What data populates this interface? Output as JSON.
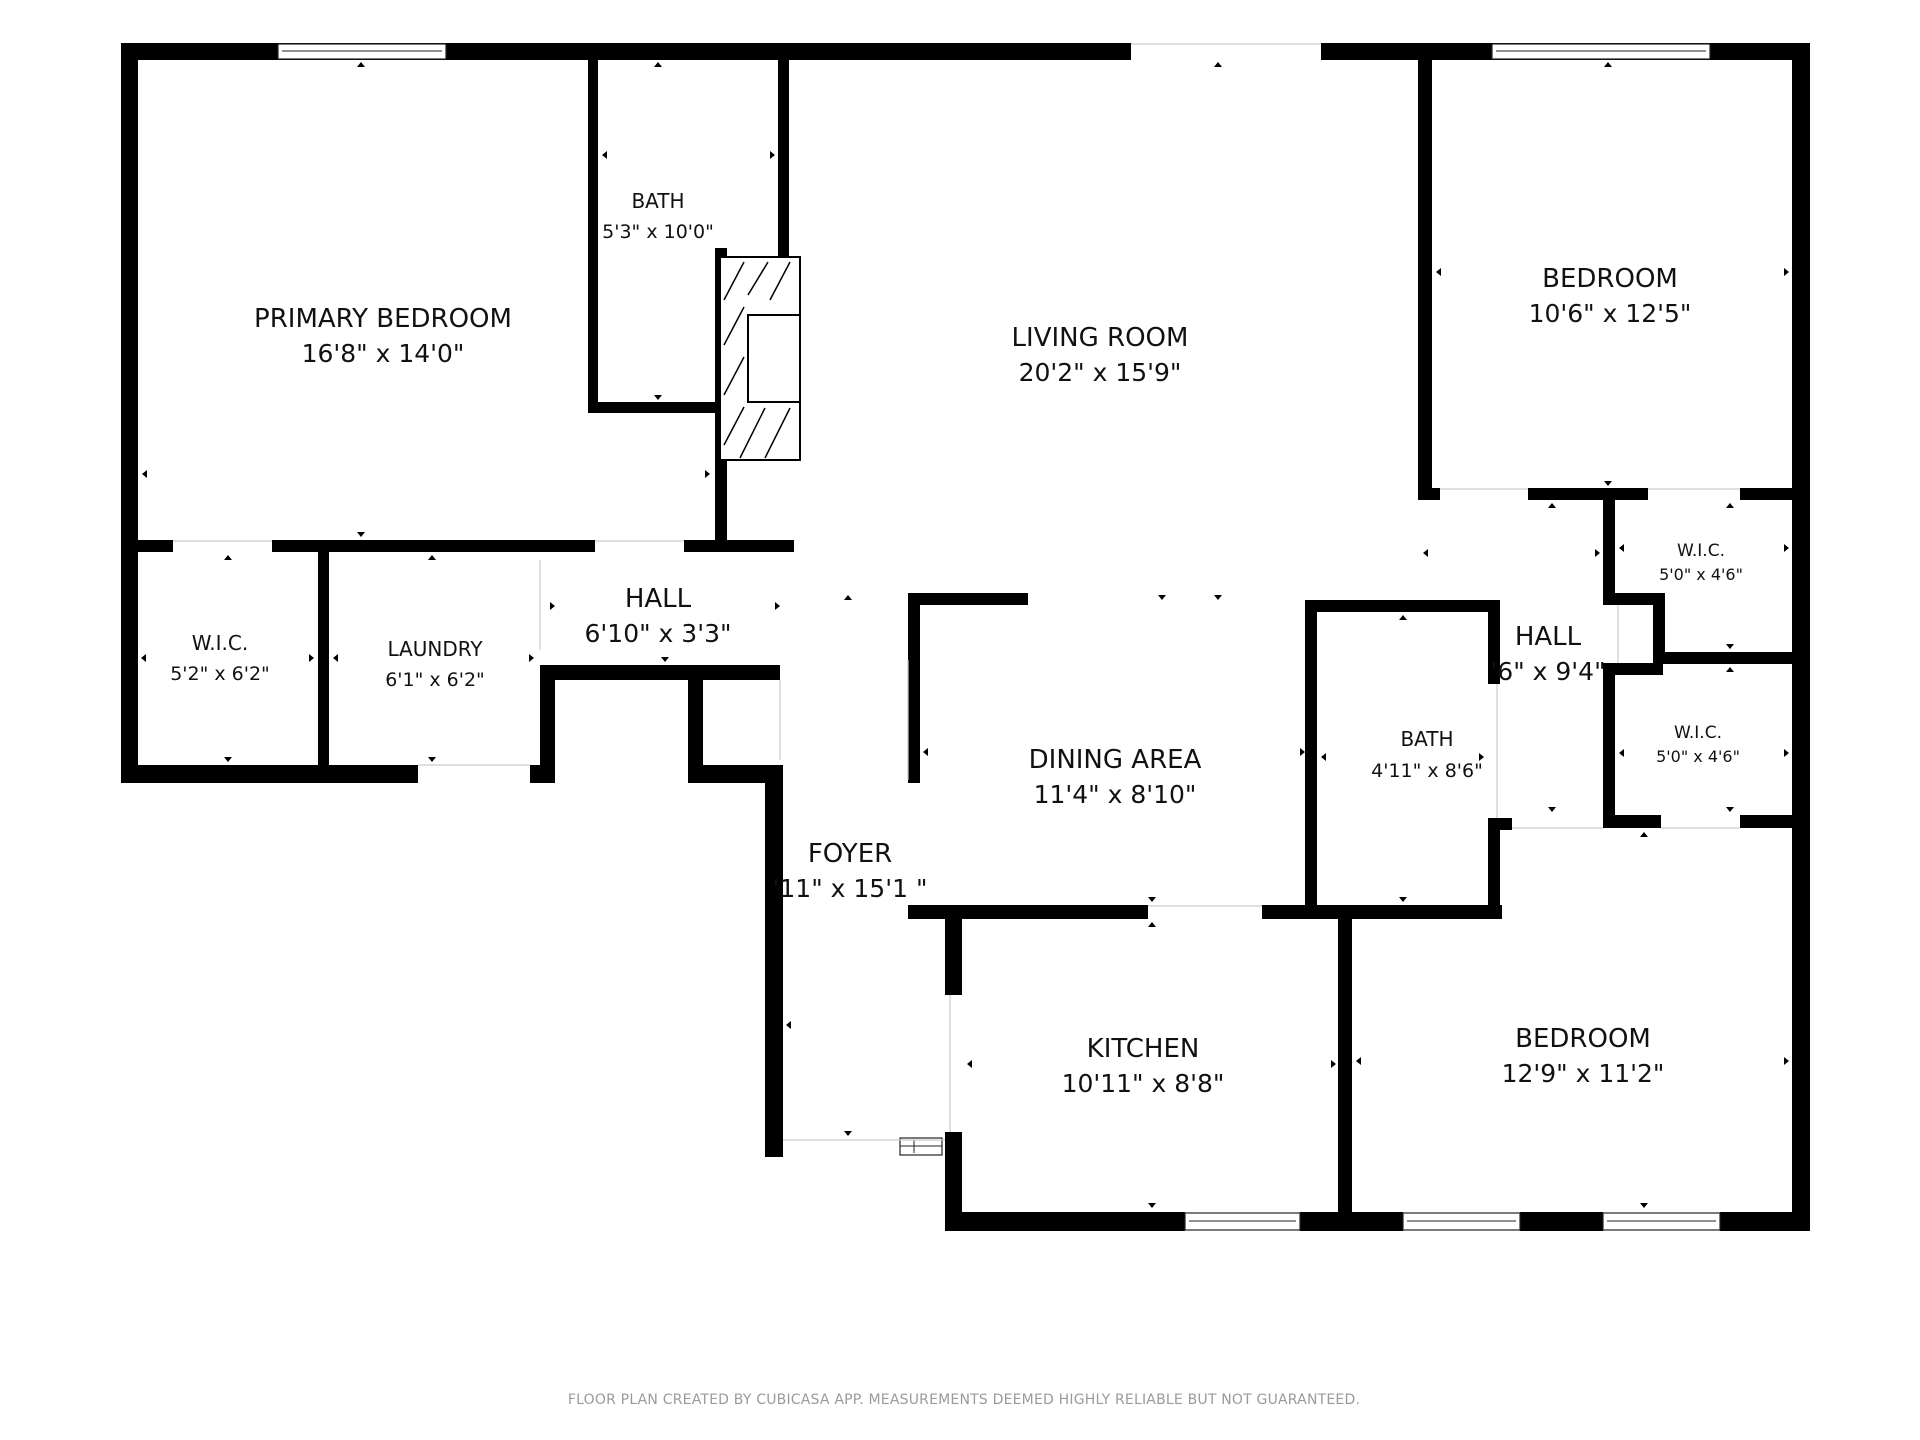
{
  "rooms": {
    "primary_bedroom": {
      "name": "PRIMARY BEDROOM",
      "dims": "16'8\" x 14'0\""
    },
    "bath_1": {
      "name": "BATH",
      "dims": "5'3\" x 10'0\""
    },
    "living_room": {
      "name": "LIVING ROOM",
      "dims": "20'2\" x 15'9\""
    },
    "bedroom_top": {
      "name": "BEDROOM",
      "dims": "10'6\" x 12'5\""
    },
    "wic_1": {
      "name": "W.I.C.",
      "dims": "5'2\" x 6'2\""
    },
    "laundry": {
      "name": "LAUNDRY",
      "dims": "6'1\" x 6'2\""
    },
    "hall_1": {
      "name": "HALL",
      "dims": "6'10\" x 3'3\""
    },
    "wic_2": {
      "name": "W.I.C.",
      "dims": "5'0\" x 4'6\""
    },
    "hall_2": {
      "name": "HALL",
      "dims": "'6\" x 9'4\""
    },
    "wic_3": {
      "name": "W.I.C.",
      "dims": "5'0\" x 4'6\""
    },
    "dining_area": {
      "name": "DINING AREA",
      "dims": "11'4\" x 8'10\""
    },
    "bath_2": {
      "name": "BATH",
      "dims": "4'11\" x 8'6\""
    },
    "foyer": {
      "name": "FOYER",
      "dims": "'11\" x 15'1 \""
    },
    "kitchen": {
      "name": "KITCHEN",
      "dims": "10'11\" x 8'8\""
    },
    "bedroom_bottom": {
      "name": "BEDROOM",
      "dims": "12'9\" x 11'2\""
    }
  },
  "footer": "FLOOR PLAN CREATED BY CUBICASA APP. MEASUREMENTS DEEMED HIGHLY RELIABLE BUT NOT GUARANTEED.",
  "colors": {
    "wall": "#000000",
    "background": "#ffffff",
    "footer_text": "#9a9a9a"
  }
}
